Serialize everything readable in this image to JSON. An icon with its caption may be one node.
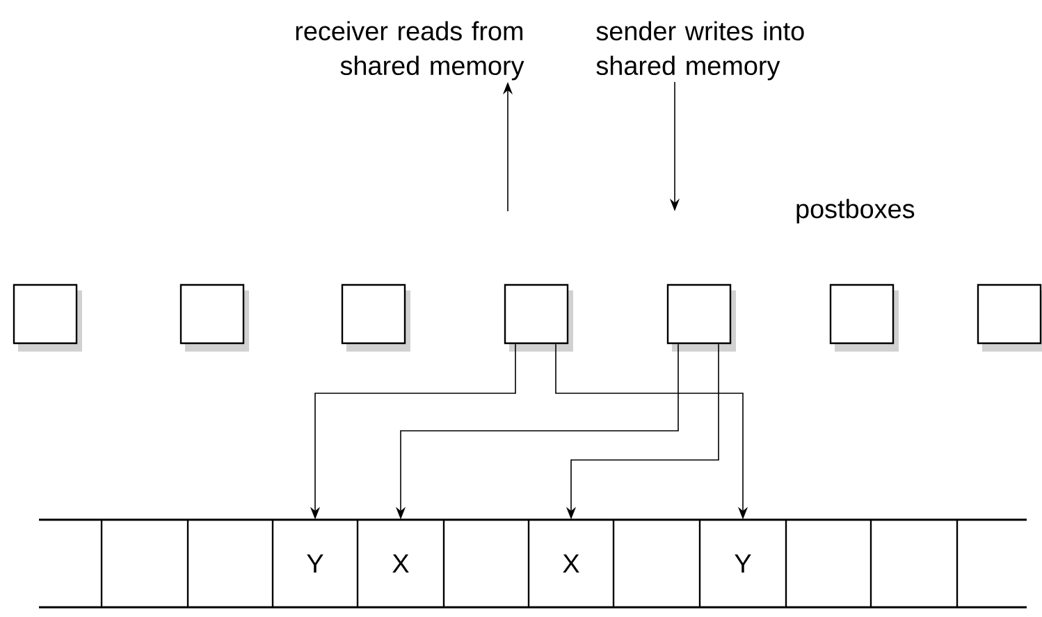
{
  "diagram": {
    "nodes": [
      {
        "text": [
          "receiver reads from shared memory"
        ]
      },
      {
        "text": [
          "sender writes into shared memory"
        ]
      },
      {
        "text": [],
        "shape": "box"
      },
      {
        "text": [],
        "shape": "box"
      },
      {
        "text": [],
        "shape": "box"
      },
      {
        "text": [],
        "shape": "box"
      },
      {
        "text": [],
        "shape": "box"
      },
      {
        "text": [],
        "shape": "box"
      },
      {
        "text": [],
        "shape": "box"
      },
      {
        "text": [],
        "shape": "box"
      },
      {
        "text": [],
        "shape": "box"
      },
      {
        "text": [],
        "shape": "box"
      },
      {
        "text": [
          "Y"
        ]
      },
      {
        "text": [
          "X"
        ]
      },
      {
        "text": [],
        "shape": "box"
      },
      {
        "text": [
          "X"
        ]
      },
      {
        "text": [],
        "shape": "box"
      },
      {
        "text": [
          "Y"
        ]
      },
      {
        "text": [],
        "shape": "box"
      },
      {
        "text": [],
        "shape": "box"
      },
      {
        "text": [],
        "shape": "box"
      }
    ],
    "edges": [
      {
        "from": null,
        "to": 0,
        "arrow": "to"
      },
      {
        "from": 1,
        "to": null,
        "arrow": "to"
      },
      {
        "from": 5,
        "to": 12,
        "arrow": "to"
      },
      {
        "from": 5,
        "to": 17,
        "arrow": "to"
      },
      {
        "from": 6,
        "to": 13,
        "arrow": "to"
      },
      {
        "from": 6,
        "to": 15,
        "arrow": "to"
      }
    ],
    "labels": [
      "postboxes"
    ]
  }
}
